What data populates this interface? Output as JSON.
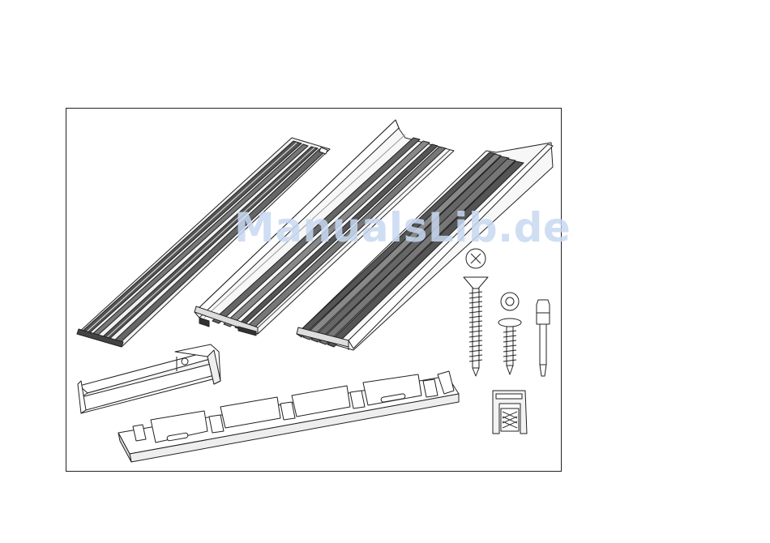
{
  "watermark": {
    "text": "ManualsLib.de",
    "color": "#c8d9f2"
  },
  "illustration": {
    "components": [
      "rail-profile-narrow",
      "rail-profile-channel",
      "rail-profile-angle",
      "mounting-bracket",
      "carrier-clip-strip",
      "countersunk-screw",
      "pan-head-screw",
      "torx-bit",
      "end-cap-clip"
    ]
  }
}
